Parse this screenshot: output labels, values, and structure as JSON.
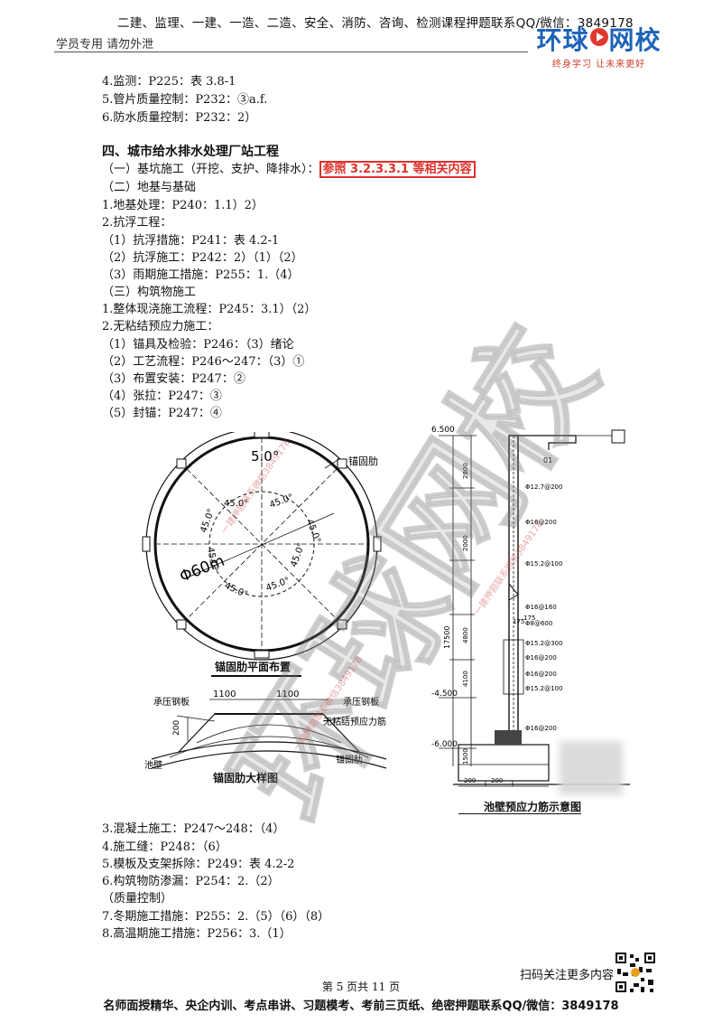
{
  "header": {
    "top_banner": "二建、监理、一建、一造、二造、安全、消防、咨询、检测课程押题联系QQ/微信：3849178",
    "left_note": "学员专用 请勿外泄",
    "logo_main_left": "环球",
    "logo_main_right": "网校",
    "logo_sub": "终身学习 让未来更好"
  },
  "body_lines": [
    "4.监测：P225：表 3.8-1",
    "5.管片质量控制：P232：③a.f.",
    "6.防水质量控制：P232：2）"
  ],
  "section": {
    "title": "四、城市给水排水处理厂站工程",
    "excavation_label": "（一）基坑施工（开挖、支护、降排水）：",
    "excavation_ref": "参照 3.2.3.3.1 等相关内容",
    "lines": [
      "（二）地基与基础",
      "1.地基处理：P240：1.1）2）",
      "2.抗浮工程：",
      "（1）抗浮措施：P241：表 4.2-1",
      "（2）抗浮施工：P242：2）（1）（2）",
      "（3）雨期施工措施：P255：1.（4）",
      "（三）构筑物施工",
      "1.整体现浇施工流程：P245：3.1）（2）",
      "2.无粘结预应力施工：",
      "（1）锚具及检验：P246：（3）绪论",
      "（2）工艺流程：P246～247：（3）①",
      "（3）布置安装：P247：②",
      "（4）张拉：P247：③",
      "（5）封锚：P247：④"
    ],
    "after_lines": [
      "3.混凝土施工：P247～248：（4）",
      "4.施工缝：P248：（6）",
      "5.模板及支架拆除：P249：表 4.2-2",
      "6.构筑物防渗漏：P254：2.（2）",
      "（质量控制）",
      "7.冬期施工措施：P255：2.（5）（6）（8）",
      "8.高温期施工措施：P256：3.（1）"
    ]
  },
  "figure_plan": {
    "caption": "锚固肋平面布置",
    "label_rib": "锚固肋",
    "angle_top": "5.0°",
    "angle": "45.0°",
    "diameter": "Φ60m"
  },
  "figure_detail": {
    "caption": "锚固肋大样图",
    "dim_left": "1100",
    "dim_right": "1100",
    "dim_height": "200",
    "label_plate_left": "承压钢板",
    "label_plate_right": "承压钢板",
    "label_tendon": "无粘结预应力筋",
    "label_wall": "池壁",
    "label_rib": "锚固肋"
  },
  "figure_section": {
    "caption": "池壁预应力筋示意图",
    "elev_top": "6.500",
    "elev_mid": "-4.500",
    "elev_bot": "-6.000",
    "total_height": "17500",
    "seg_heights": [
      "2800",
      "2000",
      "4800",
      "4100",
      "1500"
    ],
    "bar_labels": [
      "Φ12.7@200",
      "Φ16@200",
      "Φ15.2@100",
      "Φ16@160",
      "Φ8@600",
      "Φ15.2@300",
      "Φ16@200",
      "Φ16@200",
      "Φ15.2@100",
      "Φ16@200"
    ],
    "dim_175a": "175",
    "dim_175b": "175",
    "bottom_dims": [
      "200",
      "200"
    ],
    "ref_01": "01"
  },
  "watermark": {
    "text": "环球网校",
    "small": "一建押题联系微信3849178"
  },
  "footer": {
    "page_no": "第 5 页共 11 页",
    "scan_note": "扫码关注更多内容",
    "banner": "名师面授精华、央企内训、考点串讲、习题模考、考前三页纸、绝密押题联系QQ/微信：3849178"
  }
}
